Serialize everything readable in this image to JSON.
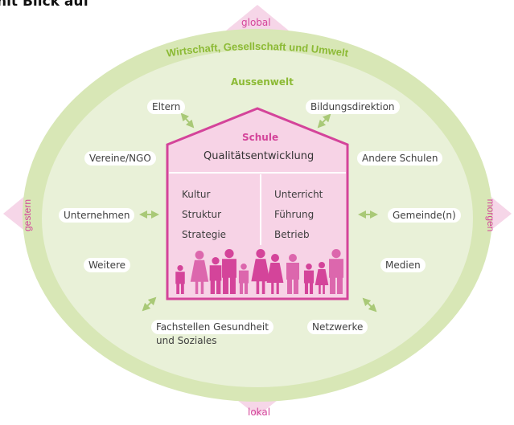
{
  "heading_fragment": "nit Blick auf",
  "axes": {
    "top": "global",
    "bottom": "lokal",
    "left": "gestern",
    "right": "morgen"
  },
  "outer_ring_label": "Wirtschaft, Gesellschaft und Umwelt",
  "environment_label": "Aussenwelt",
  "school": {
    "title": "Schule",
    "subtitle": "Qualitätsentwicklung",
    "left_items": [
      "Kultur",
      "Struktur",
      "Strategie"
    ],
    "right_items": [
      "Unterricht",
      "Führung",
      "Betrieb"
    ]
  },
  "partners": {
    "eltern": "Eltern",
    "bildungsdirektion": "Bildungsdirektion",
    "vereine": "Vereine/NGO",
    "andere_schulen": "Andere Schulen",
    "unternehmen": "Unternehmen",
    "gemeinde": "Gemeinde(n)",
    "weitere": "Weitere",
    "medien": "Medien",
    "fachstellen_line1": "Fachstellen Gesundheit",
    "fachstellen_line2": "und Soziales",
    "netzwerke": "Netzwerke"
  },
  "colors": {
    "pink": "#d4449a",
    "pink_light": "#f7d3e6",
    "pink_diamond": "#f6d6e8",
    "green_ring": "#d8e7b6",
    "green_inner": "#e9f1d8",
    "green_text": "#8cba35",
    "arrow": "#a9c977"
  }
}
